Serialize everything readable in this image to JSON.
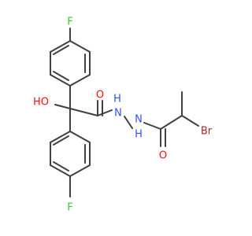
{
  "atoms": {
    "f_top": {
      "label": "F",
      "color": "#33cc33"
    },
    "f_bottom": {
      "label": "F",
      "color": "#33cc33"
    },
    "hydroxyl": {
      "label": "HO",
      "color": "#ff0d0d"
    },
    "carbonyl_o_left": {
      "label": "O",
      "color": "#ff0d0d"
    },
    "carbonyl_o_right": {
      "label": "O",
      "color": "#ff0d0d"
    },
    "nh_upper": {
      "label": "H",
      "color": "#3050f8"
    },
    "n_upper": {
      "label": "N",
      "color": "#3050f8"
    },
    "n_lower": {
      "label": "N",
      "color": "#3050f8"
    },
    "nh_lower": {
      "label": "H",
      "color": "#3050f8"
    },
    "bromine": {
      "label": "Br",
      "color": "#a62929"
    }
  },
  "bond_color": "#404040"
}
